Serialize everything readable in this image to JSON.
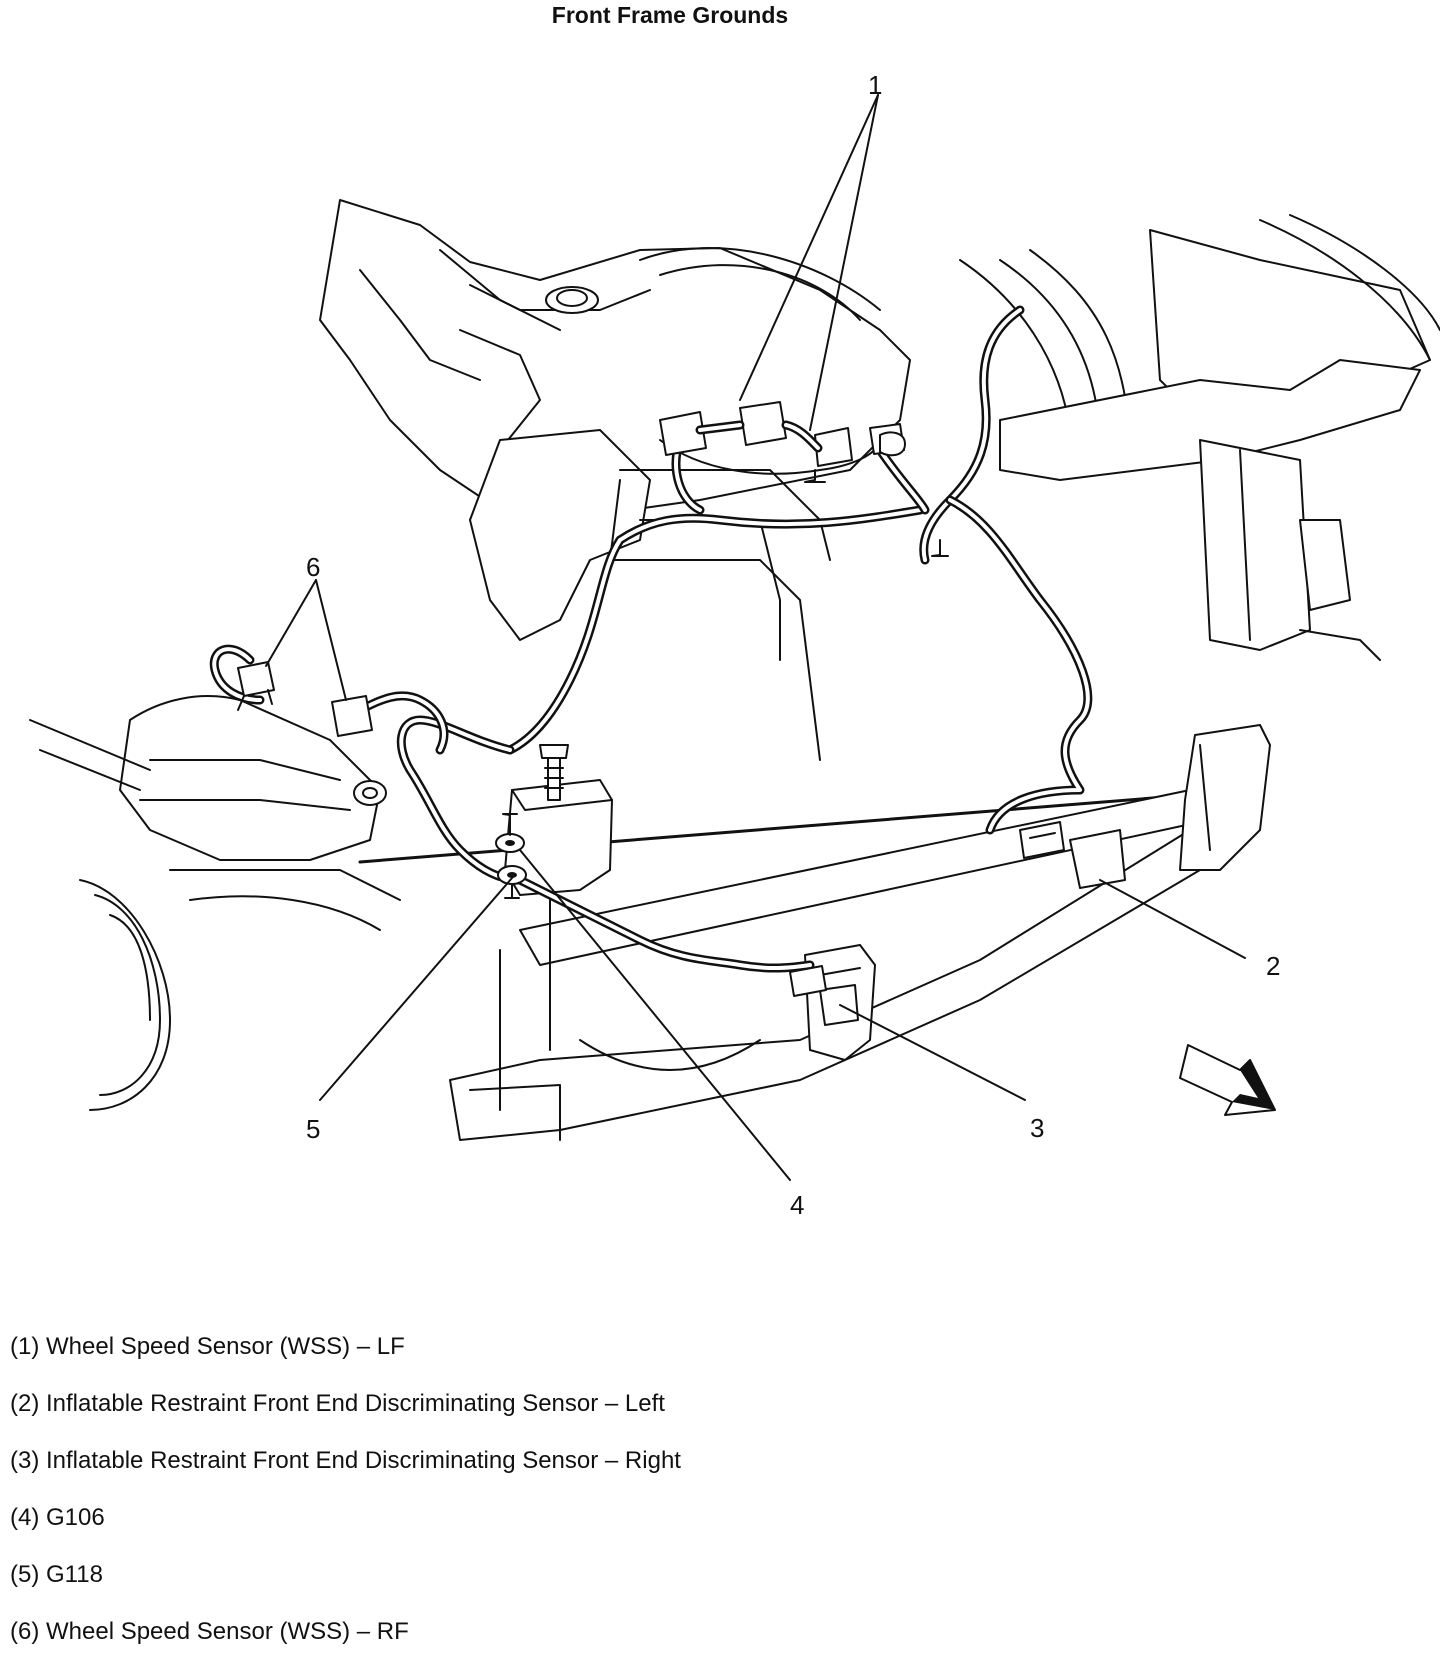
{
  "title": "Front Frame Grounds",
  "callouts": [
    "1",
    "2",
    "3",
    "4",
    "5",
    "6"
  ],
  "legend": [
    "(1) Wheel Speed Sensor (WSS) – LF",
    "(2) Inflatable Restraint Front End Discriminating Sensor – Left",
    "(3) Inflatable Restraint Front End Discriminating Sensor – Right",
    "(4) G106",
    "(5) G118",
    "(6) Wheel Speed Sensor (WSS) – RF"
  ]
}
